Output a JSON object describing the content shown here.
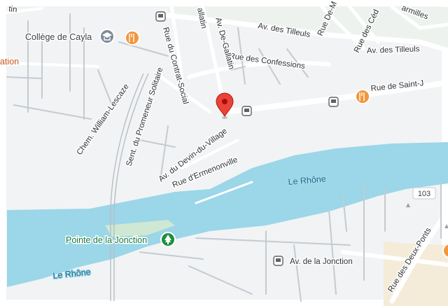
{
  "map": {
    "water_labels": [
      "Le Rhône",
      "Le Rhône"
    ],
    "streets": {
      "des_tilleuls_top": "Av. des Tilleuls",
      "des_tilleuls_right": "Av. des Tilleuls",
      "confessions": "Rue des Confessions",
      "contrat_social": "Rue du Contrat-Social",
      "de_gallatin": "Av. De-Gallatin",
      "gallatin_partial": "allatin",
      "rue_de_m": "Rue De-M",
      "rue_des_ced": "Rue des Céd",
      "armilles": "armilles",
      "william_lescaze": "Chem. William-Lescaze",
      "promeneur": "Sent. du Promeneur Solitaire",
      "devin": "Av. du Devin-du-Village",
      "ermenonville": "Rue d'Ermenonville",
      "saint_j": "Rue de Saint-J",
      "jonction": "Av. de la Jonction",
      "deux_ponts": "Rue des Deux-Ponts",
      "rin": "tin"
    },
    "route_shield": "103",
    "places": {
      "college": "Collège de Cayla",
      "pointe": "Pointe de la Jonction",
      "station_partial": "ation"
    },
    "icons": [
      "bus-stop-icon",
      "restaurant-icon",
      "school-icon",
      "park-tree-icon",
      "location-pin-icon"
    ],
    "colors": {
      "water": "#9bd6e9",
      "park": "#d6ecd6",
      "land": "#f1f3f4",
      "road": "#ffffff",
      "minor_road": "#c8cdd2",
      "restaurant": "#f2963d",
      "pin": "#ea4335",
      "poi_green": "#1e8e3e",
      "school": "#7d8a99"
    }
  }
}
